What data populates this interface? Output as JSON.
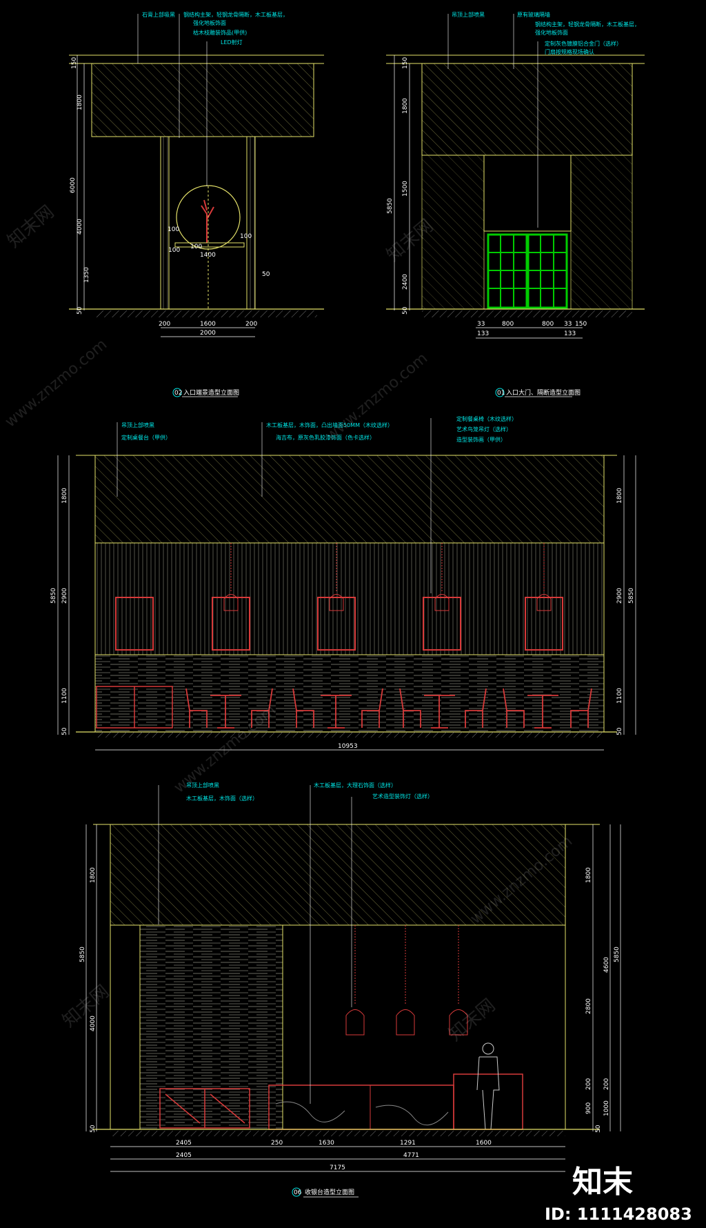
{
  "colors": {
    "background": "#000000",
    "wall": "#e6e36a",
    "dimension": "#ffffff",
    "annotation": "#00e6e6",
    "door": "#00cc00",
    "furniture": "#d83a3a"
  },
  "panel1": {
    "title": "入口端景造型立面图",
    "num": "02",
    "notes": [
      "石膏上部吸黑",
      "钢结构主架，轻钢龙骨隔断，木工板基层，",
      "强化地板饰面",
      "枯木枝雕装饰品(甲供)",
      "LED射灯"
    ],
    "heights": [
      "150",
      "1800",
      "4000",
      "6000",
      "1350",
      "50"
    ],
    "widths": [
      "200",
      "1600",
      "200",
      "2000"
    ],
    "inner": [
      "1400",
      "100",
      "100",
      "100",
      "100",
      "50"
    ]
  },
  "panel2": {
    "title": "入口大门、隔断造型立面图",
    "num": "01",
    "notes": [
      "吊顶上部喷黑",
      "原有玻璃隔墙",
      "钢结构主架，轻钢龙骨隔断，木工板基层，",
      "强化地板饰面",
      "定制灰色镀膜铝合金门（选样）",
      "门扇按规格现场确认"
    ],
    "heights": [
      "150",
      "1800",
      "1500",
      "5850",
      "2400",
      "50"
    ],
    "widths": [
      "33",
      "800",
      "800",
      "33",
      "150",
      "133",
      "133"
    ]
  },
  "panel3": {
    "notes_left": [
      "吊顶上部喷黑",
      "定制桌餐台（甲供）"
    ],
    "notes_mid": [
      "木工板基层，木饰面，凸出墙面50MM（木纹选样）",
      "海吉布，原灰色乳胶漆饰面（色卡选样）"
    ],
    "notes_right": [
      "定制餐桌椅（木纹选样）",
      "艺术鸟笼吊灯（选样）",
      "造型装饰画（甲供）"
    ],
    "heights_left": [
      "1800",
      "5850",
      "2900",
      "1100",
      "50"
    ],
    "heights_right": [
      "1800",
      "5850",
      "2900",
      "1100",
      "50"
    ],
    "width": "10953"
  },
  "panel4": {
    "title": "收银台造型立面图",
    "num": "06",
    "notes": [
      "吊顶上部喷黑",
      "木工板基层，木饰面（选样）",
      "木工板基层，大理石饰面（选样）",
      "艺术造型装饰灯（选样）"
    ],
    "heights_left": [
      "1800",
      "5850",
      "4000",
      "50"
    ],
    "heights_right": [
      "4600",
      "1800",
      "5850",
      "2800",
      "200",
      "200",
      "900",
      "1000",
      "50"
    ],
    "widths": [
      "2405",
      "250",
      "1630",
      "1291",
      "1600"
    ],
    "widths2": [
      "2405",
      "4771"
    ],
    "total": "7175"
  },
  "watermark": {
    "site": "www.znzmo.com",
    "cn": "知末网",
    "brand": "知末",
    "id": "ID: 1111428083"
  }
}
